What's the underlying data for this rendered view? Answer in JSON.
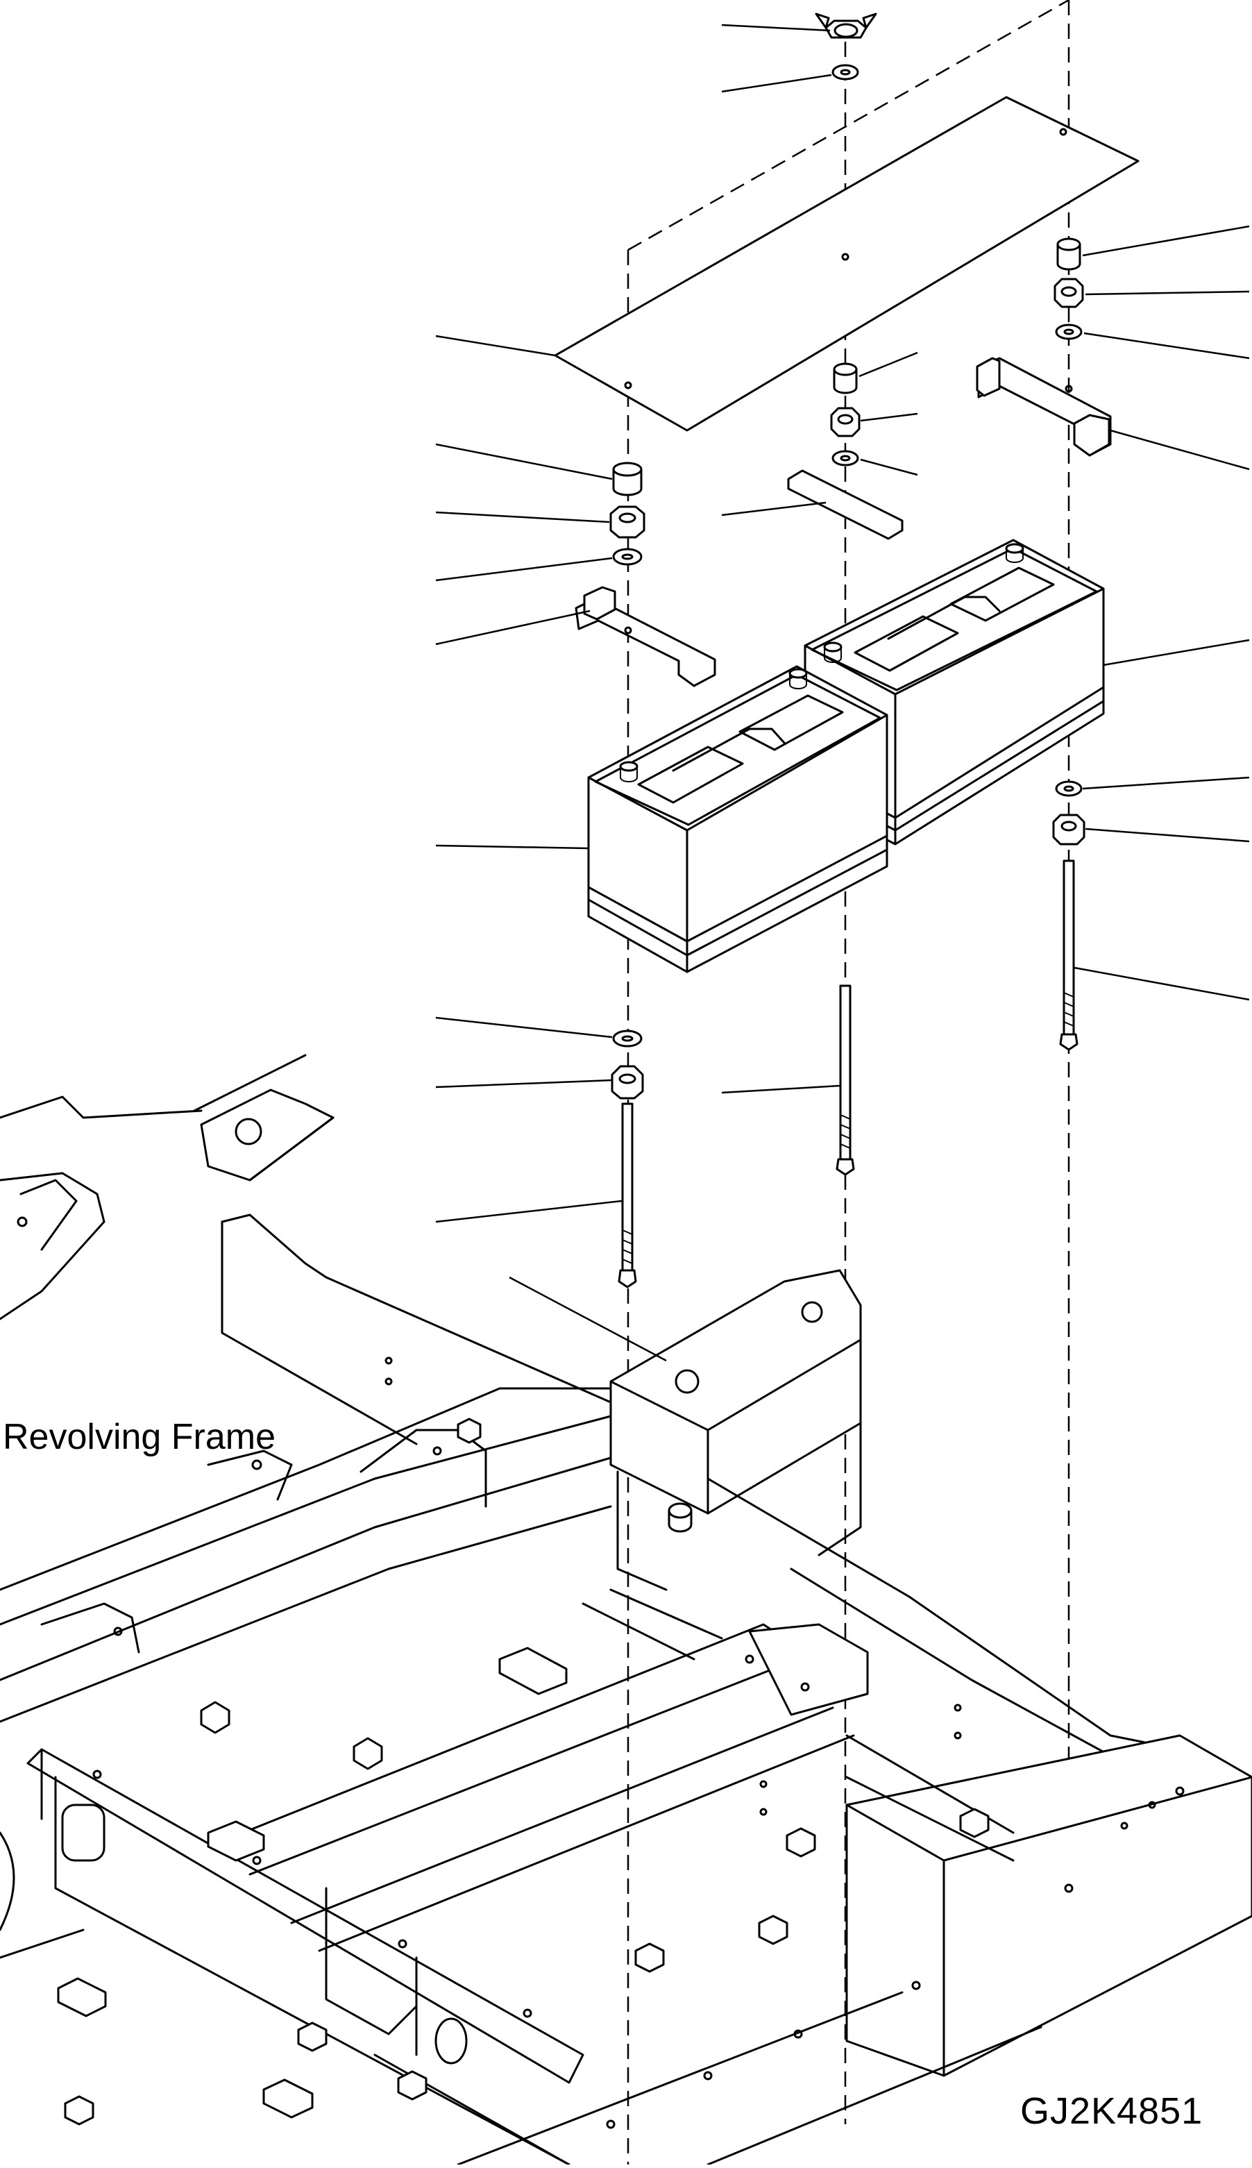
{
  "diagram": {
    "label_frame": "Revolving Frame",
    "figure_id": "GJ2K4851",
    "parts": [
      "wing-nut",
      "washer",
      "battery-cover",
      "spacer",
      "nut",
      "washer",
      "battery-clamp",
      "battery",
      "washer",
      "nut",
      "j-bolt",
      "mounting-plate",
      "revolving-frame"
    ]
  }
}
